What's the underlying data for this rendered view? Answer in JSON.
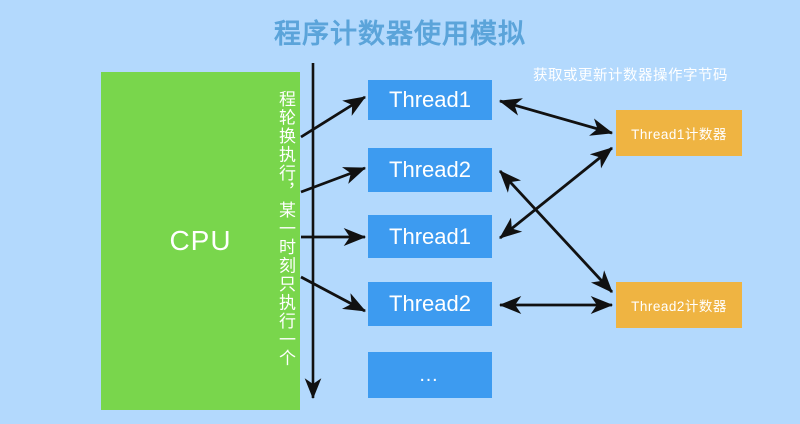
{
  "diagram": {
    "title": "程序计数器使用模拟",
    "title_color": "#5ba4da",
    "background_color": "#b3d9fd",
    "note_top_right": "获取或更新计数器操作字节码",
    "cpu": {
      "label": "CPU",
      "color": "#79d64c",
      "vertical_note": "程轮换执行，某一时刻只执行一个"
    },
    "threads": [
      {
        "label": "Thread1",
        "color": "#3d9bf0"
      },
      {
        "label": "Thread2",
        "color": "#3d9bf0"
      },
      {
        "label": "Thread1",
        "color": "#3d9bf0"
      },
      {
        "label": "Thread2",
        "color": "#3d9bf0"
      },
      {
        "label": "…",
        "color": "#3d9bf0"
      }
    ],
    "counters": [
      {
        "label": "Thread1计数器",
        "color": "#efb442"
      },
      {
        "label": "Thread2计数器",
        "color": "#efb442"
      }
    ]
  }
}
